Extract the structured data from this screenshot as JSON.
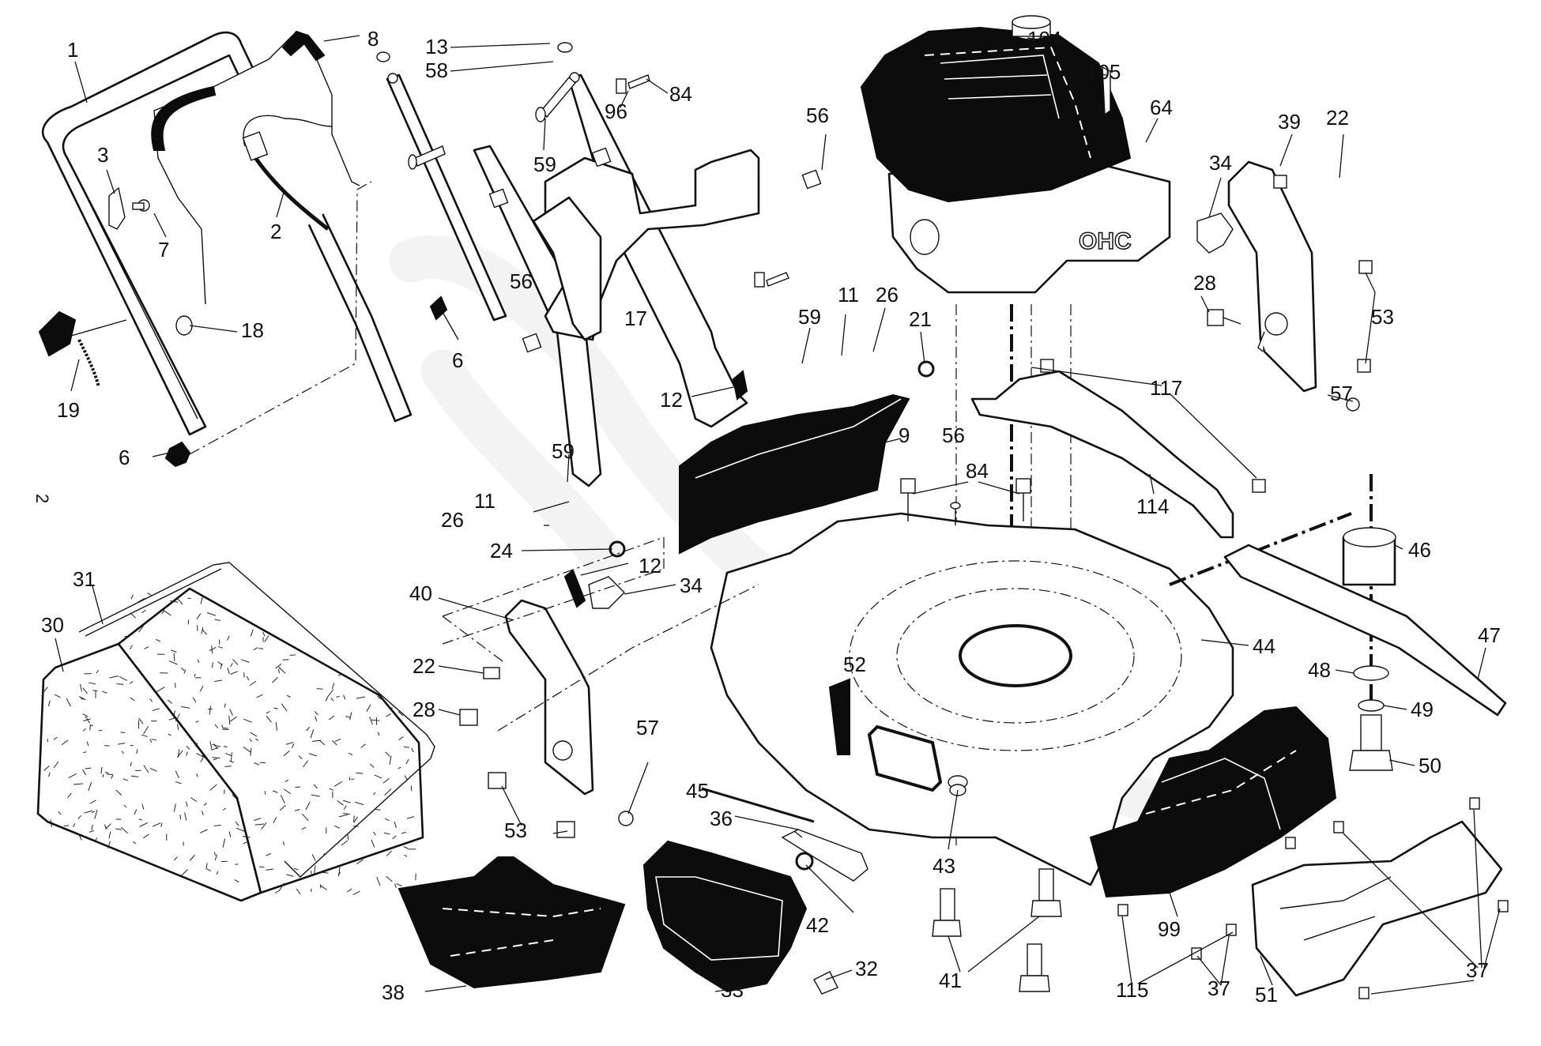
{
  "diagram": {
    "title": "Lawn mower exploded parts diagram",
    "page_marker": "2",
    "engine_badge": "OHC",
    "colors": {
      "ink": "#111111",
      "background": "#ffffff",
      "watermark": "#e9e9e9"
    }
  },
  "callouts": [
    "1",
    "8",
    "13",
    "58",
    "84",
    "96",
    "104",
    "105",
    "64",
    "39",
    "22",
    "3",
    "7",
    "2",
    "59",
    "56",
    "56",
    "17",
    "34",
    "28",
    "53",
    "18",
    "19",
    "6",
    "6",
    "12",
    "59",
    "11",
    "26",
    "21",
    "9",
    "117",
    "117",
    "57",
    "114",
    "59",
    "11",
    "26",
    "24",
    "12",
    "34",
    "40",
    "56",
    "84",
    "46",
    "31",
    "30",
    "22",
    "28",
    "52",
    "44",
    "47",
    "48",
    "49",
    "50",
    "57",
    "53",
    "53",
    "45",
    "36",
    "43",
    "42",
    "41",
    "41",
    "38",
    "33",
    "32",
    "99",
    "115",
    "37",
    "51",
    "37",
    "37"
  ]
}
